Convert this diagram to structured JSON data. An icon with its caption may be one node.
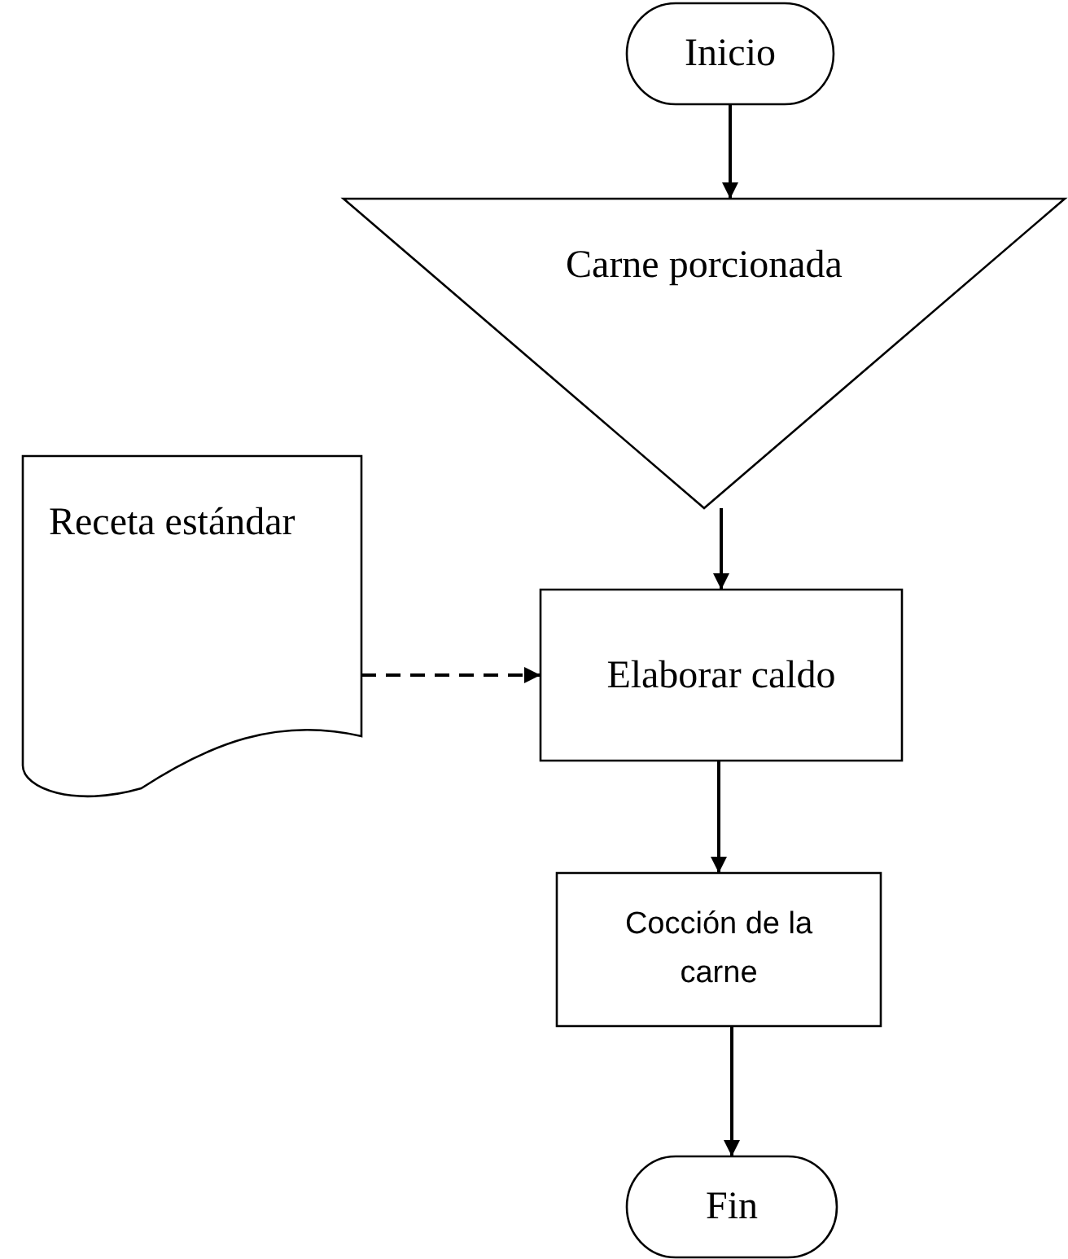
{
  "diagram": {
    "nodes": [
      {
        "text": [
          "Inicio"
        ]
      },
      {
        "text": [
          "Carne porcionada"
        ]
      },
      {
        "text": [
          "Receta estándar"
        ]
      },
      {
        "text": [
          "Elaborar caldo"
        ]
      },
      {
        "text": [
          "Cocción de la carne"
        ]
      },
      {
        "text": [
          "Fin"
        ]
      }
    ],
    "edges": [
      {
        "from": 0,
        "to": 1,
        "arrow": "to"
      },
      {
        "from": 1,
        "to": 3,
        "arrow": "to"
      },
      {
        "from": 2,
        "to": 3,
        "arrow": "to",
        "style": "dashed"
      },
      {
        "from": 3,
        "to": 4,
        "arrow": "to"
      },
      {
        "from": 4,
        "to": 5,
        "arrow": "to"
      }
    ]
  }
}
